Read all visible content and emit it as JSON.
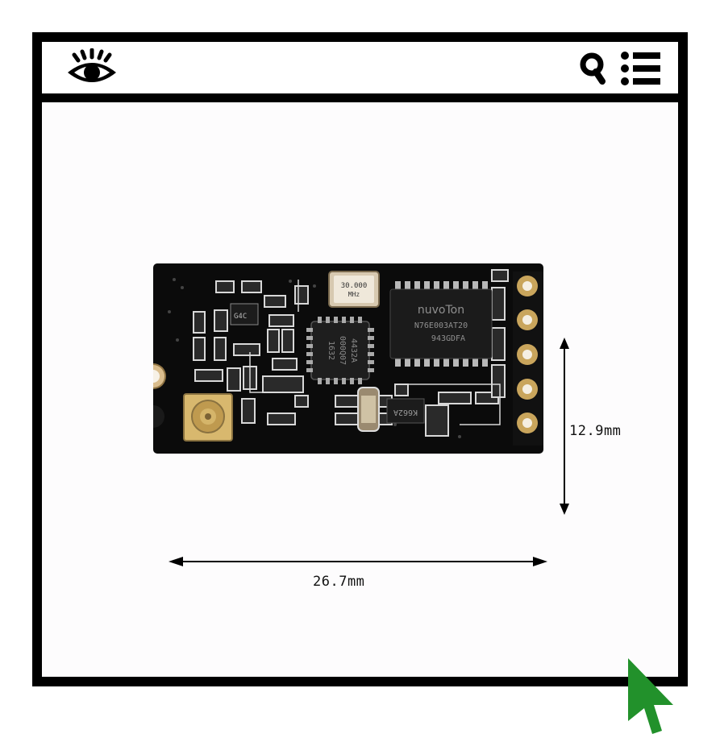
{
  "toolbar": {
    "eye_icon": "eye-icon",
    "search_icon": "search-icon",
    "menu_icon": "list-menu-icon"
  },
  "image": {
    "crystal_label_1": "30.000",
    "crystal_label_2": "MHz",
    "chip_brand": "nuvoTon",
    "chip_part": "N76E003AT20",
    "chip_code": "943GDFA",
    "rf_chip_line1": "4432A",
    "rf_chip_line2": "000Q07",
    "rf_chip_line3": "1632",
    "small_ic_label": "G4C",
    "regulator_label": "K662A",
    "height_dimension": "12.9mm",
    "width_dimension": "26.7mm"
  },
  "colors": {
    "frame": "#000000",
    "pcb": "#0b0b0b",
    "gold": "#c9a55c",
    "cursor": "#22912b"
  }
}
